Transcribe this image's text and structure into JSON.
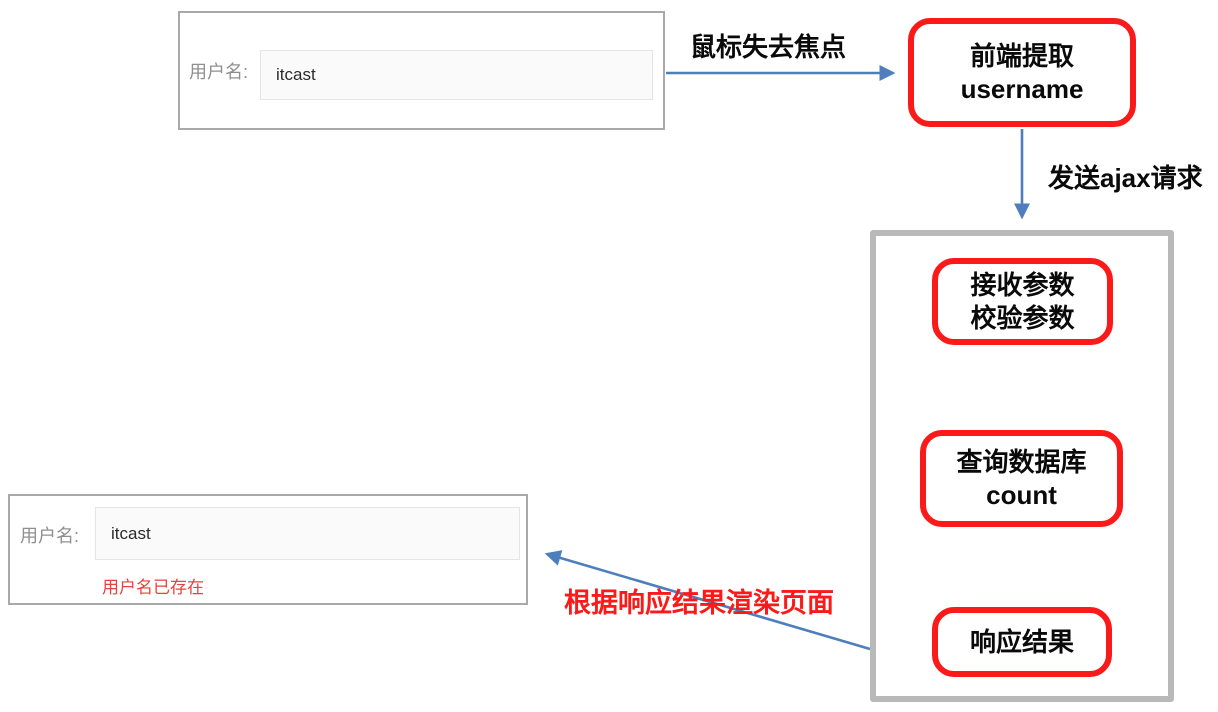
{
  "colors": {
    "arrow_blue": "#4e7fbc",
    "box_red": "#fa1a1a",
    "container_gray": "#b9b9b9",
    "form_border": "#a9a9a9",
    "label_gray": "#8f8f8f",
    "error_red": "#e8413e"
  },
  "forms": {
    "initial": {
      "label": "用户名:",
      "value": "itcast"
    },
    "result": {
      "label": "用户名:",
      "value": "itcast",
      "error": "用户名已存在"
    }
  },
  "flow": {
    "blur_label": "鼠标失去焦点",
    "ajax_label": "发送ajax请求",
    "render_label": "根据响应结果渲染页面",
    "nodes": {
      "extract": {
        "line1": "前端提取",
        "line2": "username"
      },
      "receive": {
        "line1": "接收参数",
        "line2": "校验参数"
      },
      "query": {
        "line1": "查询数据库",
        "line2": "count"
      },
      "respond": {
        "line1": "响应结果"
      }
    }
  }
}
